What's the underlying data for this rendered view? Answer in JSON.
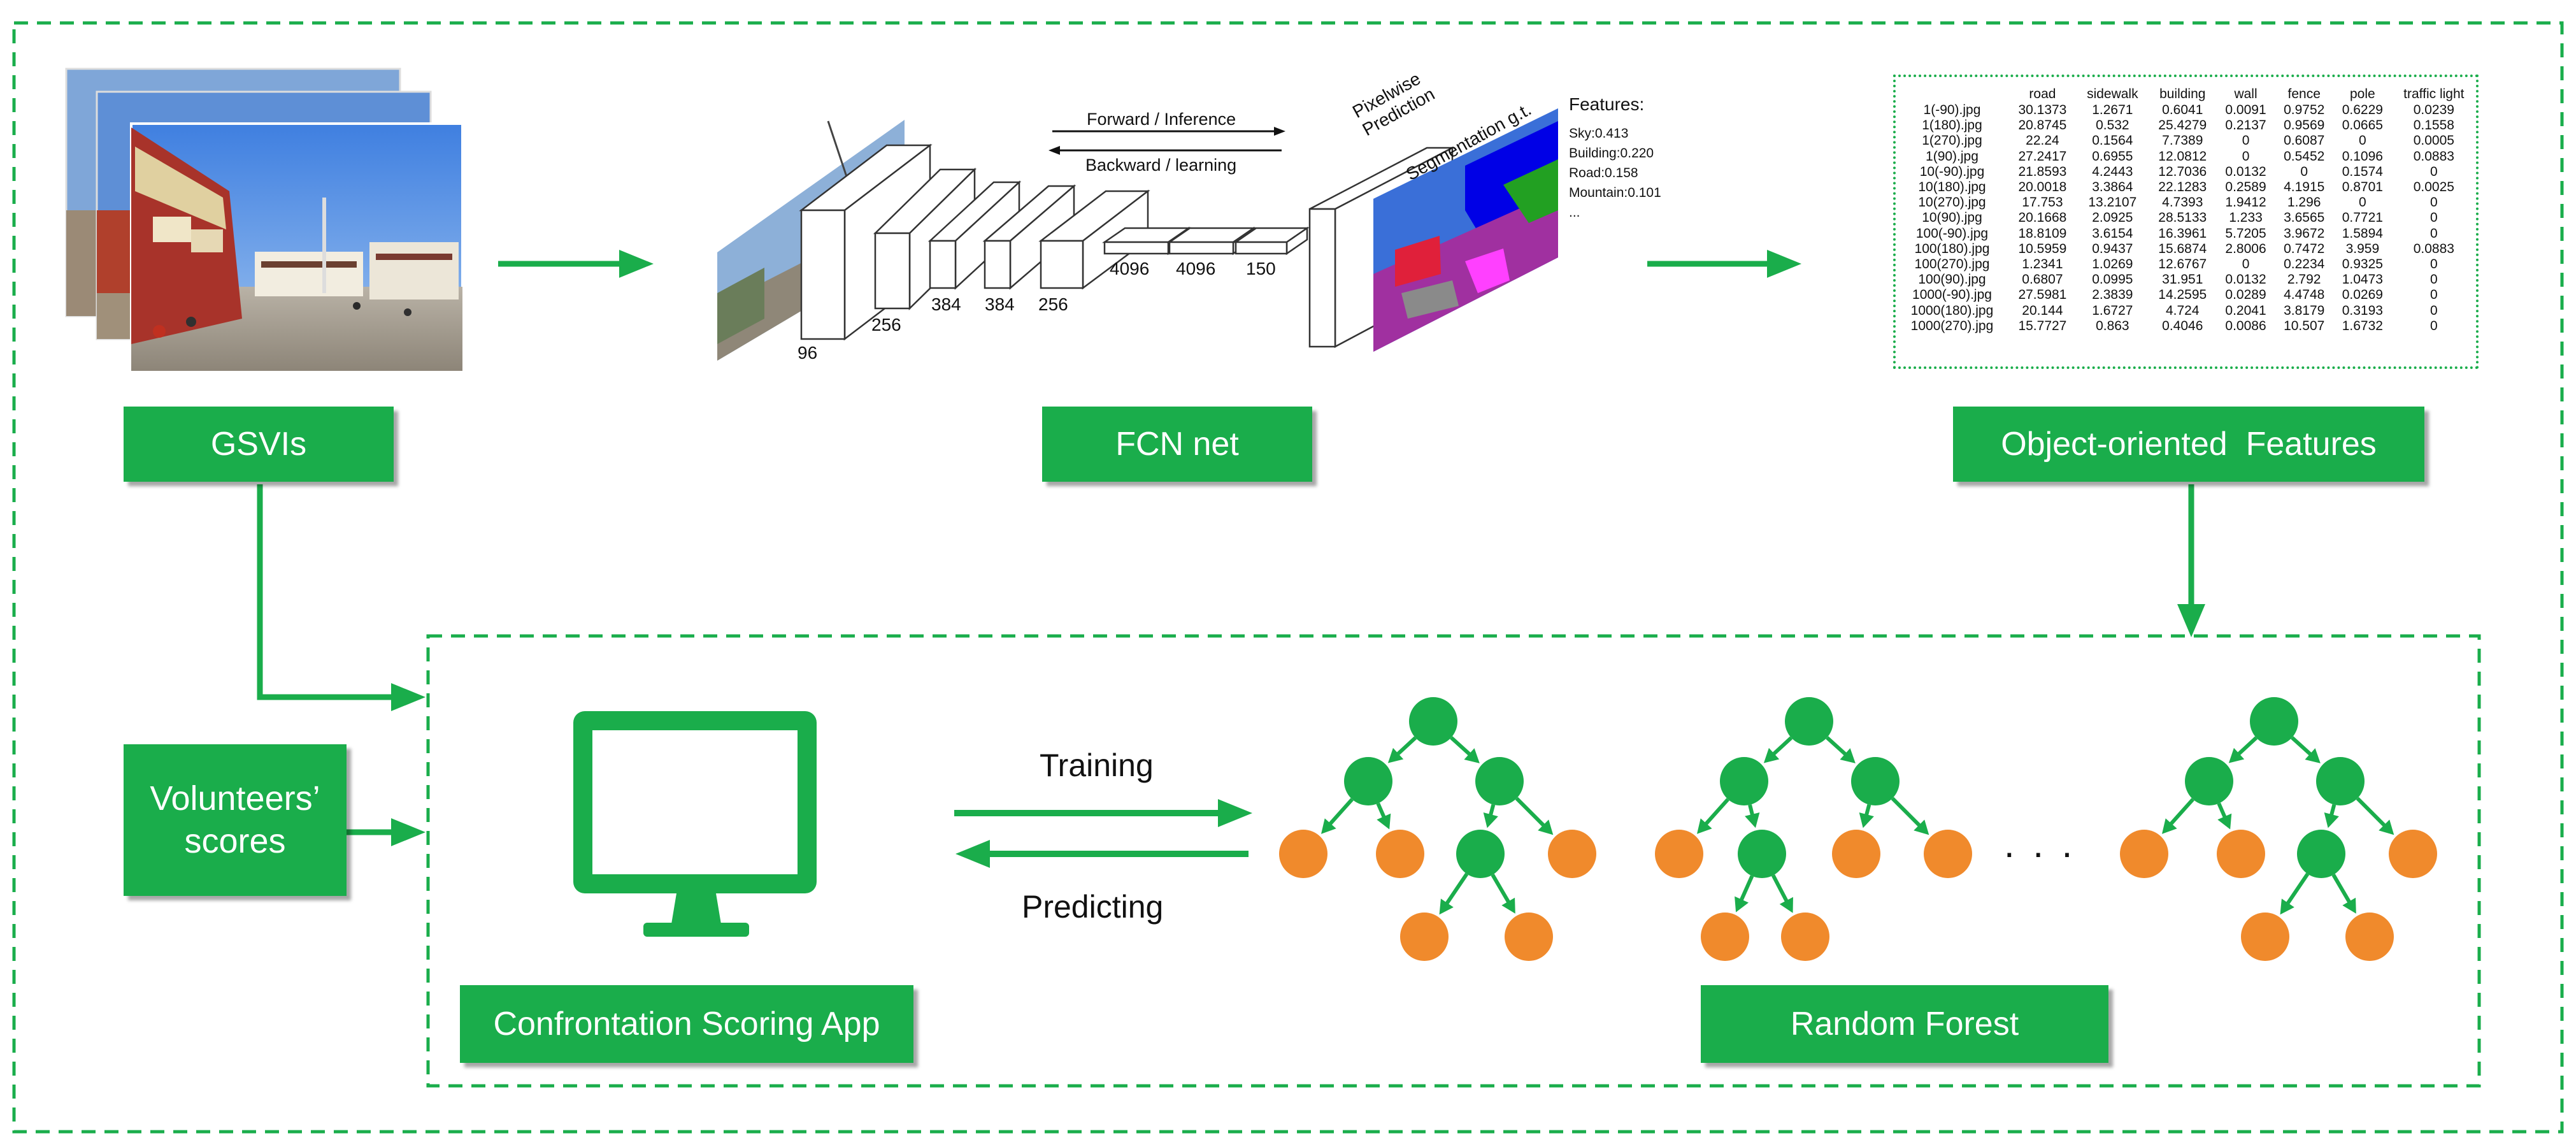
{
  "labels": {
    "gsvis": "GSVIs",
    "fcn_net": "FCN net",
    "object_features": "Object-oriented  Features",
    "volunteers_scores": "Volunteers’\nscores",
    "scoring_app": "Confrontation Scoring App",
    "random_forest": "Random Forest"
  },
  "fcn": {
    "forward": "Forward / Inference",
    "backward": "Backward / learning",
    "layer_sizes": [
      "96",
      "256",
      "384",
      "384",
      "256",
      "4096",
      "4096",
      "150"
    ],
    "pixelwise_prediction": "Pixelwise\nPrediction",
    "segmentation_gt": "Segmentation g.t.",
    "features_title": "Features:",
    "feature_items": [
      "Sky:0.413",
      "Building:0.220",
      "Road:0.158",
      "Mountain:0.101",
      "..."
    ]
  },
  "arrows": {
    "training": "Training",
    "predicting": "Predicting"
  },
  "ellipsis": ". . .",
  "table": {
    "columns": [
      "",
      "road",
      "sidewalk",
      "building",
      "wall",
      "fence",
      "pole",
      "traffic light"
    ],
    "rows": [
      [
        "1(-90).jpg",
        "30.1373",
        "1.2671",
        "0.6041",
        "0.0091",
        "0.9752",
        "0.6229",
        "0.0239"
      ],
      [
        "1(180).jpg",
        "20.8745",
        "0.532",
        "25.4279",
        "0.2137",
        "0.9569",
        "0.0665",
        "0.1558"
      ],
      [
        "1(270).jpg",
        "22.24",
        "0.1564",
        "7.7389",
        "0",
        "0.6087",
        "0",
        "0.0005"
      ],
      [
        "1(90).jpg",
        "27.2417",
        "0.6955",
        "12.0812",
        "0",
        "0.5452",
        "0.1096",
        "0.0883"
      ],
      [
        "10(-90).jpg",
        "21.8593",
        "4.2443",
        "12.7036",
        "0.0132",
        "0",
        "0.1574",
        "0"
      ],
      [
        "10(180).jpg",
        "20.0018",
        "3.3864",
        "22.1283",
        "0.2589",
        "4.1915",
        "0.8701",
        "0.0025"
      ],
      [
        "10(270).jpg",
        "17.753",
        "13.2107",
        "4.7393",
        "1.9412",
        "1.296",
        "0",
        "0"
      ],
      [
        "10(90).jpg",
        "20.1668",
        "2.0925",
        "28.5133",
        "1.233",
        "3.6565",
        "0.7721",
        "0"
      ],
      [
        "100(-90).jpg",
        "18.8109",
        "3.6154",
        "16.3961",
        "5.7205",
        "3.9672",
        "1.5894",
        "0"
      ],
      [
        "100(180).jpg",
        "10.5959",
        "0.9437",
        "15.6874",
        "2.8006",
        "0.7472",
        "3.959",
        "0.0883"
      ],
      [
        "100(270).jpg",
        "1.2341",
        "1.0269",
        "12.6767",
        "0",
        "0.2234",
        "0.9325",
        "0"
      ],
      [
        "100(90).jpg",
        "0.6807",
        "0.0995",
        "31.951",
        "0.0132",
        "2.792",
        "1.0473",
        "0"
      ],
      [
        "1000(-90).jpg",
        "27.5981",
        "2.3839",
        "14.2595",
        "0.0289",
        "4.4748",
        "0.0269",
        "0"
      ],
      [
        "1000(180).jpg",
        "20.144",
        "1.6727",
        "4.724",
        "0.2041",
        "3.8179",
        "0.3193",
        "0"
      ],
      [
        "1000(270).jpg",
        "15.7727",
        "0.863",
        "0.4046",
        "0.0086",
        "10.507",
        "1.6732",
        "0"
      ]
    ]
  },
  "colors": {
    "green": "#1aad4b",
    "orange": "#f08a2c",
    "seg_sky": "#3a6fd8",
    "seg_building": "#0000e6",
    "seg_road": "#a030a0",
    "seg_mountain": "#22a022"
  }
}
